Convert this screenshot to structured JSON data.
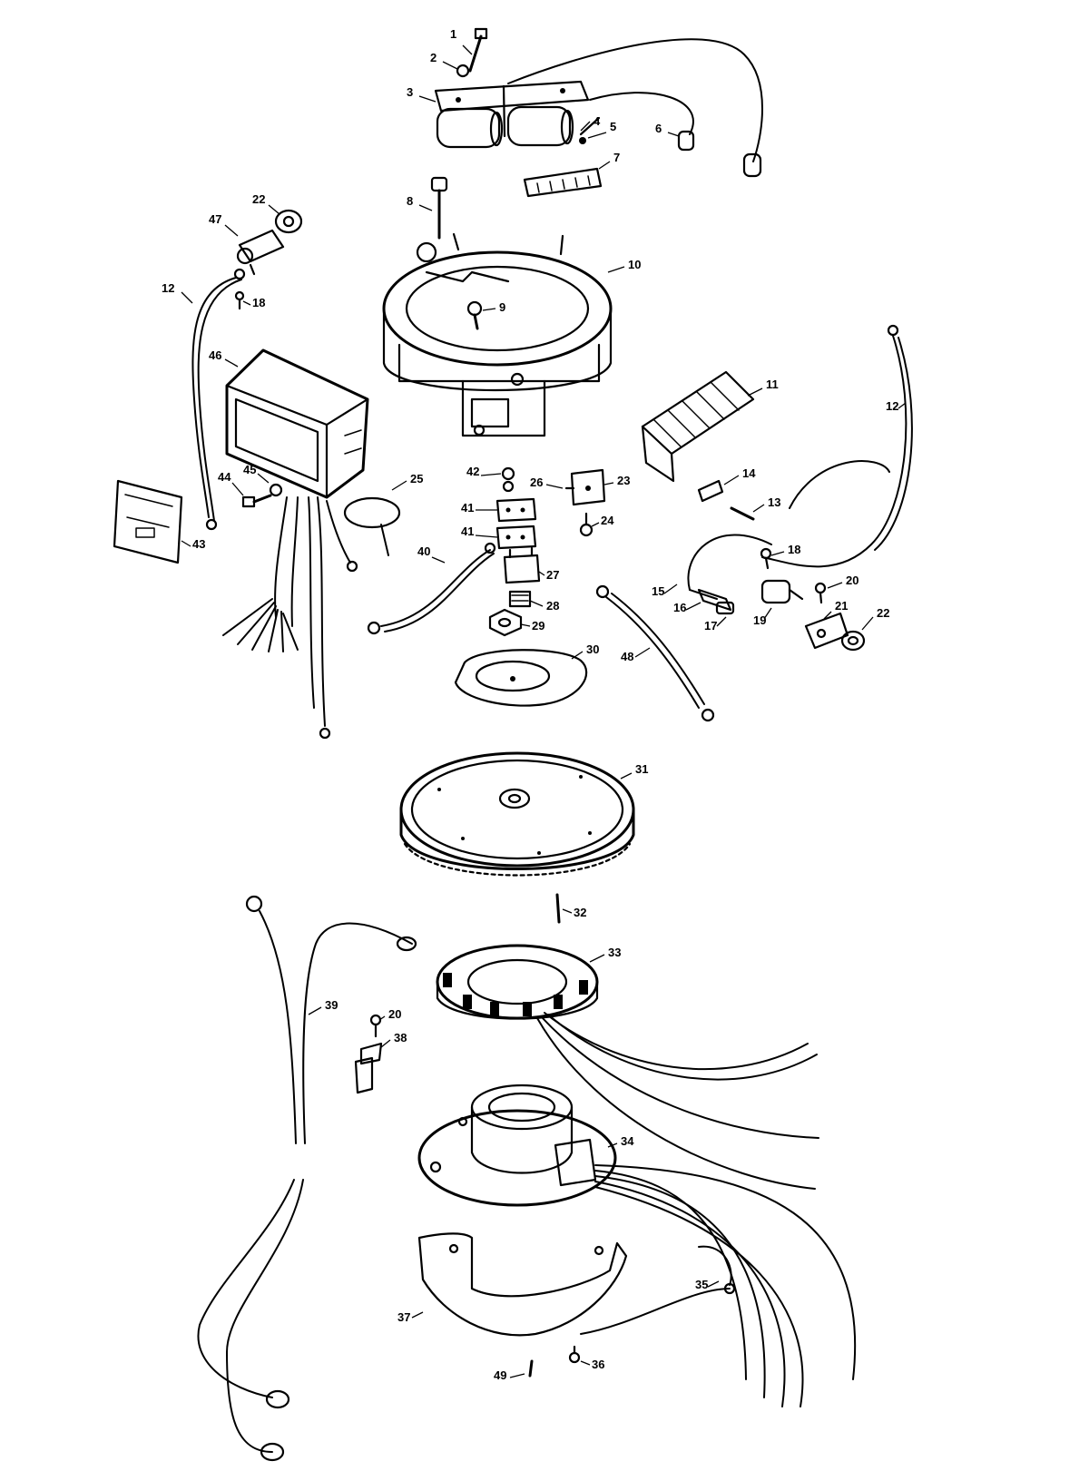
{
  "diagram": {
    "part_numbers": [
      "1",
      "2",
      "3",
      "4",
      "5",
      "6",
      "7",
      "8",
      "9",
      "10",
      "11",
      "12",
      "13",
      "14",
      "15",
      "16",
      "17",
      "18",
      "19",
      "20",
      "21",
      "22",
      "23",
      "24",
      "25",
      "26",
      "27",
      "28",
      "29",
      "30",
      "31",
      "32",
      "33",
      "34",
      "35",
      "36",
      "37",
      "38",
      "39",
      "40",
      "41",
      "42",
      "43",
      "44",
      "45",
      "46",
      "47",
      "48",
      "49"
    ]
  }
}
